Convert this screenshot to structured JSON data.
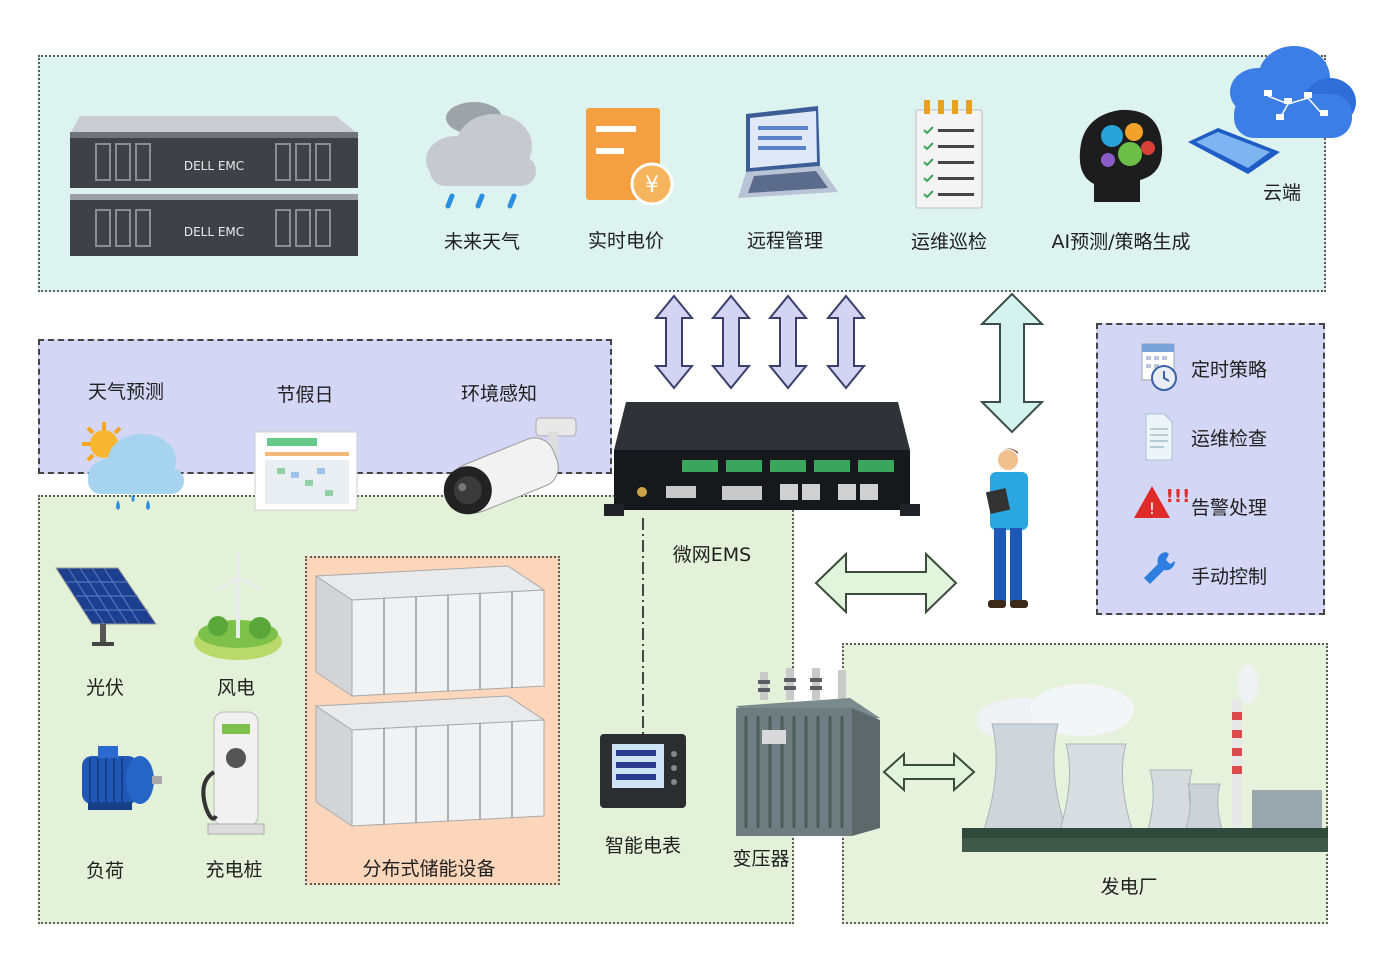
{
  "top_panel": {
    "items": [
      {
        "label": "未来天气",
        "icon": "weather-cloud-rain-icon"
      },
      {
        "label": "实时电价",
        "icon": "price-document-icon"
      },
      {
        "label": "远程管理",
        "icon": "laptop-icon"
      },
      {
        "label": "运维巡检",
        "icon": "checklist-icon"
      },
      {
        "label": "AI预测/策略生成",
        "icon": "ai-brain-icon"
      }
    ],
    "cloud_label": "云端",
    "server_brand": "DELL EMC"
  },
  "sensing_panel": {
    "items": [
      {
        "label": "天气预测",
        "icon": "sun-cloud-icon"
      },
      {
        "label": "节假日",
        "icon": "calendar-table-icon"
      },
      {
        "label": "环境感知",
        "icon": "camera-icon"
      }
    ]
  },
  "controller": {
    "label": "微网EMS"
  },
  "strategy_panel": {
    "items": [
      {
        "label": "定时策略",
        "icon": "calendar-clock-icon"
      },
      {
        "label": "运维检查",
        "icon": "document-icon"
      },
      {
        "label": "告警处理",
        "icon": "alarm-warning-icon"
      },
      {
        "label": "手动控制",
        "icon": "wrench-icon"
      }
    ]
  },
  "microgrid_panel": {
    "items": [
      {
        "label": "光伏",
        "icon": "solar-panel-icon"
      },
      {
        "label": "风电",
        "icon": "wind-turbine-icon"
      },
      {
        "label": "负荷",
        "icon": "motor-icon"
      },
      {
        "label": "充电桩",
        "icon": "ev-charger-icon"
      }
    ],
    "storage_label": "分布式储能设备",
    "meter_label": "智能电表",
    "transformer_label": "变压器"
  },
  "plant_panel": {
    "label": "发电厂"
  },
  "colors": {
    "top_panel_bg": "#dcf3f0",
    "sensing_panel_bg": "#d3d6f5",
    "strategy_panel_bg": "#d3d6f5",
    "microgrid_bg": "#e3f1d8",
    "storage_bg": "#fbd6bb",
    "plant_bg": "#e6f2dc",
    "arrow_purple": "#d3d4f3",
    "arrow_cyan": "#d4f2ee",
    "arrow_green": "#e1f4dc"
  }
}
